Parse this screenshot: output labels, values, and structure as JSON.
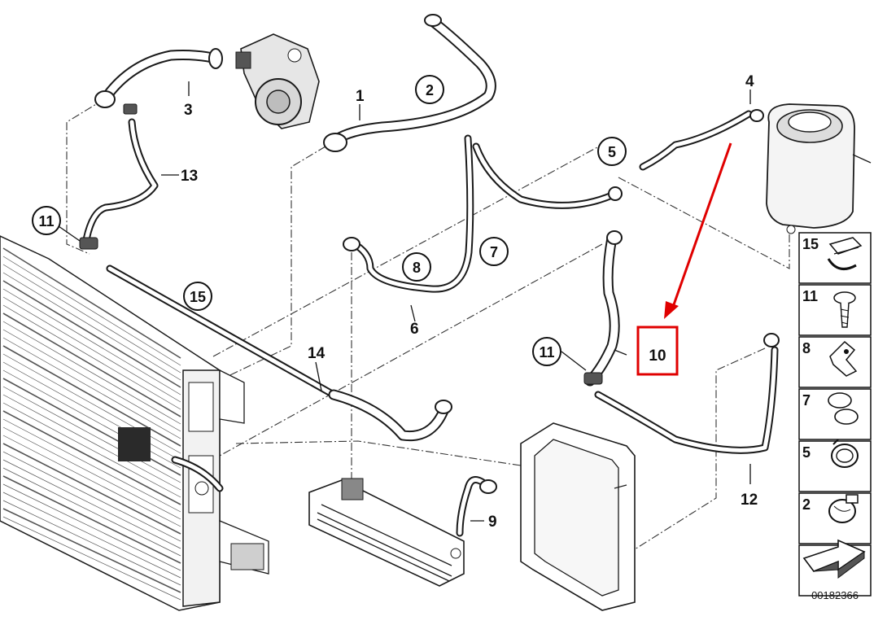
{
  "diagram": {
    "labels": {
      "l1": "1",
      "l2": "2",
      "l3": "3",
      "l4": "4",
      "l5": "5",
      "l6": "6",
      "l7": "7",
      "l8": "8",
      "l9": "9",
      "l10": "10",
      "l11a": "11",
      "l11b": "11",
      "l12": "12",
      "l13": "13",
      "l14": "14",
      "l15": "15"
    },
    "legend": {
      "items": [
        "15",
        "11",
        "8",
        "7",
        "5",
        "2"
      ]
    },
    "catalog_number": "00182366",
    "highlight": {
      "label": "10",
      "color": "#e00000"
    }
  }
}
